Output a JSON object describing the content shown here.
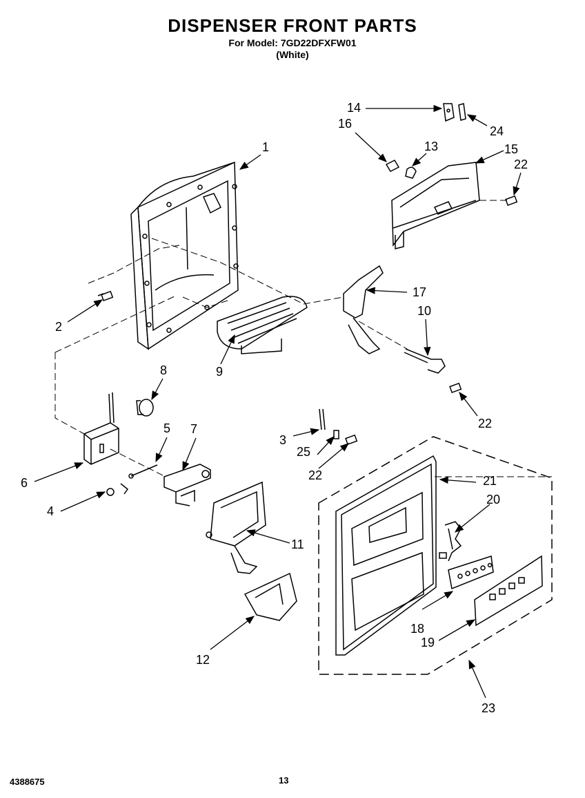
{
  "header": {
    "title": "DISPENSER FRONT PARTS",
    "model_line": "For Model: 7GD22DFXFW01",
    "color_line": "(White)"
  },
  "footer": {
    "part_number": "4388675",
    "page_number": "13"
  },
  "callouts": [
    "1",
    "2",
    "3",
    "4",
    "5",
    "6",
    "7",
    "8",
    "9",
    "10",
    "11",
    "12",
    "13",
    "14",
    "15",
    "16",
    "17",
    "18",
    "19",
    "20",
    "21",
    "22",
    "22",
    "22",
    "23",
    "24",
    "25"
  ]
}
